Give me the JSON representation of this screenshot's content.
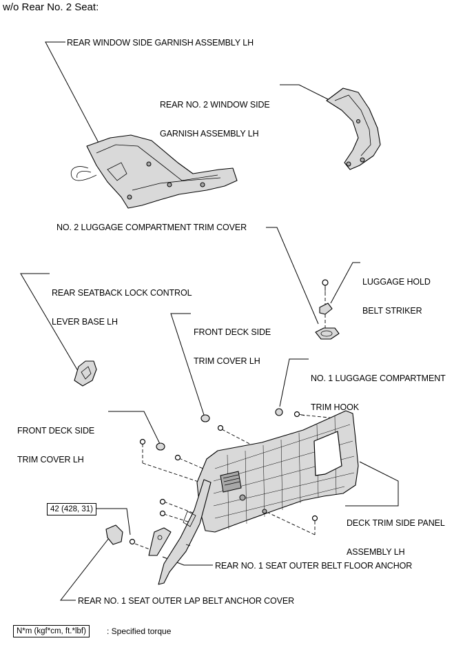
{
  "heading": "w/o Rear No. 2 Seat:",
  "labels": {
    "rear_window_side_garnish": "REAR WINDOW SIDE GARNISH ASSEMBLY LH",
    "rear_no2_window_side_garnish_1": "REAR NO. 2 WINDOW SIDE",
    "rear_no2_window_side_garnish_2": "GARNISH ASSEMBLY LH",
    "no2_luggage_trim_cover": "NO. 2 LUGGAGE COMPARTMENT TRIM COVER",
    "luggage_hold_belt_striker_1": "LUGGAGE HOLD",
    "luggage_hold_belt_striker_2": "BELT STRIKER",
    "rear_seatback_lock_1": "REAR SEATBACK LOCK CONTROL",
    "rear_seatback_lock_2": "LEVER BASE LH",
    "front_deck_side_trim_a_1": "FRONT DECK SIDE",
    "front_deck_side_trim_a_2": "TRIM COVER LH",
    "no1_luggage_trim_hook_1": "NO. 1 LUGGAGE COMPARTMENT",
    "no1_luggage_trim_hook_2": "TRIM HOOK",
    "front_deck_side_trim_b_1": "FRONT DECK SIDE",
    "front_deck_side_trim_b_2": "TRIM COVER LH",
    "deck_trim_side_panel_1": "DECK TRIM SIDE PANEL",
    "deck_trim_side_panel_2": "ASSEMBLY LH",
    "rear_no1_seat_belt_floor_anchor": "REAR NO. 1 SEAT OUTER BELT FLOOR ANCHOR",
    "rear_no1_seat_lap_belt_cover": "REAR NO. 1 SEAT OUTER LAP BELT ANCHOR COVER"
  },
  "torque_value": "42 (428, 31)",
  "legend": {
    "unit_box": "N*m (kgf*cm, ft.*lbf)",
    "description": ": Specified torque"
  }
}
